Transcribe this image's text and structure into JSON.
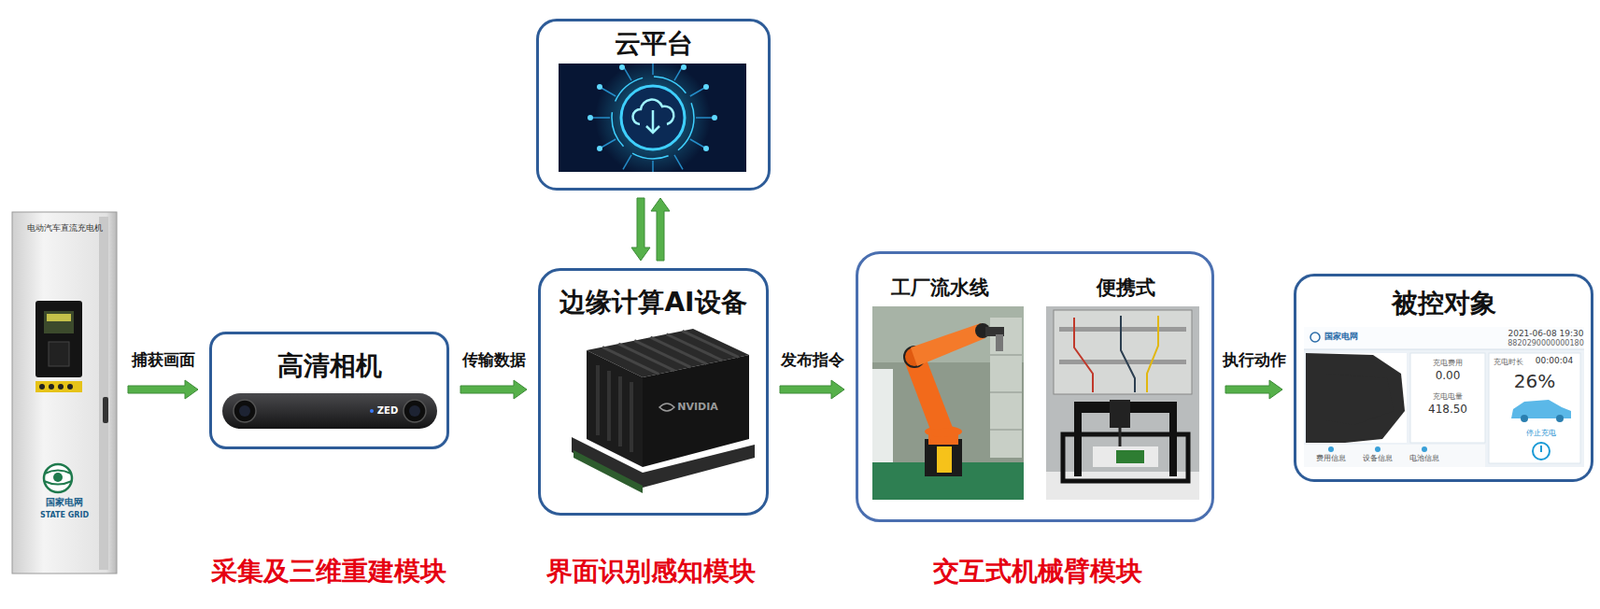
{
  "diagram": {
    "nodes": [
      {
        "text": [
          "电动汽车直流充电机",
          "国家电网",
          "STATE GRID"
        ]
      },
      {
        "text": [
          "高清相机"
        ]
      },
      {
        "text": [
          "云平台"
        ]
      },
      {
        "text": [
          "边缘计算AI设备"
        ]
      },
      {
        "text": [
          "工厂流水线",
          "便携式"
        ]
      },
      {
        "text": [
          "被控对象"
        ]
      }
    ],
    "edges": [
      {
        "from": 0,
        "to": 1,
        "label": "捕获画面",
        "arrow": "to"
      },
      {
        "from": 1,
        "to": 3,
        "label": "传输数据",
        "arrow": "to"
      },
      {
        "from": 2,
        "to": 3,
        "arrow": "to"
      },
      {
        "from": 3,
        "to": 2,
        "arrow": "to"
      },
      {
        "from": 3,
        "to": 4,
        "label": "发布指令",
        "arrow": "to"
      },
      {
        "from": 4,
        "to": 5,
        "label": "执行动作",
        "arrow": "to"
      }
    ],
    "labels": [
      "ZED",
      "NVIDIA",
      "采集及三维重建模块",
      "界面识别感知模块",
      "交互式机械臂模块",
      "国家电网",
      "2021-06-08 19:30",
      "8820290000000180",
      "充电费用",
      "0.00",
      "充电电量",
      "418.50",
      "充电时长",
      "00:00:04",
      "26%",
      "停止充电",
      "费用信息",
      "设备信息",
      "电池信息"
    ]
  }
}
